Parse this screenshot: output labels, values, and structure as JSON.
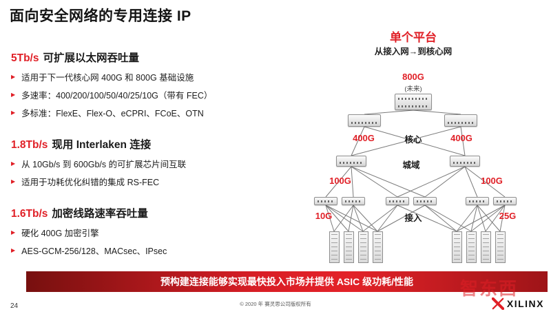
{
  "slide": {
    "title": "面向安全网络的专用连接 IP",
    "page_number": "24",
    "copyright": "© 2020 年 赛灵思公司版权所有",
    "watermark": "智东西",
    "logo_text": "XILINX"
  },
  "banner": {
    "text": "预构建连接能够实现最快投入市场并提供 ASIC 级功耗/性能"
  },
  "icons": {
    "bullet": "▶"
  },
  "colors": {
    "accent_red": "#E01F26",
    "banner_gradient_dark": "#77100F",
    "banner_gradient_bright": "#E32228"
  },
  "sections": [
    {
      "highlight": "5Tb/s",
      "heading": "可扩展以太网吞吐量",
      "bullets": [
        "适用于下一代核心网 400G 和 800G 基础设施",
        "多速率：400/200/100/50/40/25/10G（带有 FEC）",
        "多标准：FlexE、Flex-O、eCPRI、FCoE、OTN"
      ]
    },
    {
      "highlight": "1.8Tb/s",
      "heading": "现用 Interlaken 连接",
      "bullets": [
        "从 10Gb/s 到 600Gb/s 的可扩展芯片间互联",
        "适用于功耗优化纠错的集成 RS-FEC"
      ]
    },
    {
      "highlight": "1.6Tb/s",
      "heading": "加密线路速率吞吐量",
      "bullets": [
        "硬化 400G 加密引擎",
        "AES-GCM-256/128、MACsec、IPsec"
      ]
    }
  ],
  "diagram": {
    "title": "单个平台",
    "subtitle": "从接入网→到核心网",
    "labels": {
      "top_speed": "800G",
      "future": "(未来)",
      "core": "核心",
      "left_400": "400G",
      "right_400": "400G",
      "metro": "城域",
      "left_100": "100G",
      "right_100": "100G",
      "access": "接入",
      "left_10": "10G",
      "right_25": "25G"
    }
  }
}
